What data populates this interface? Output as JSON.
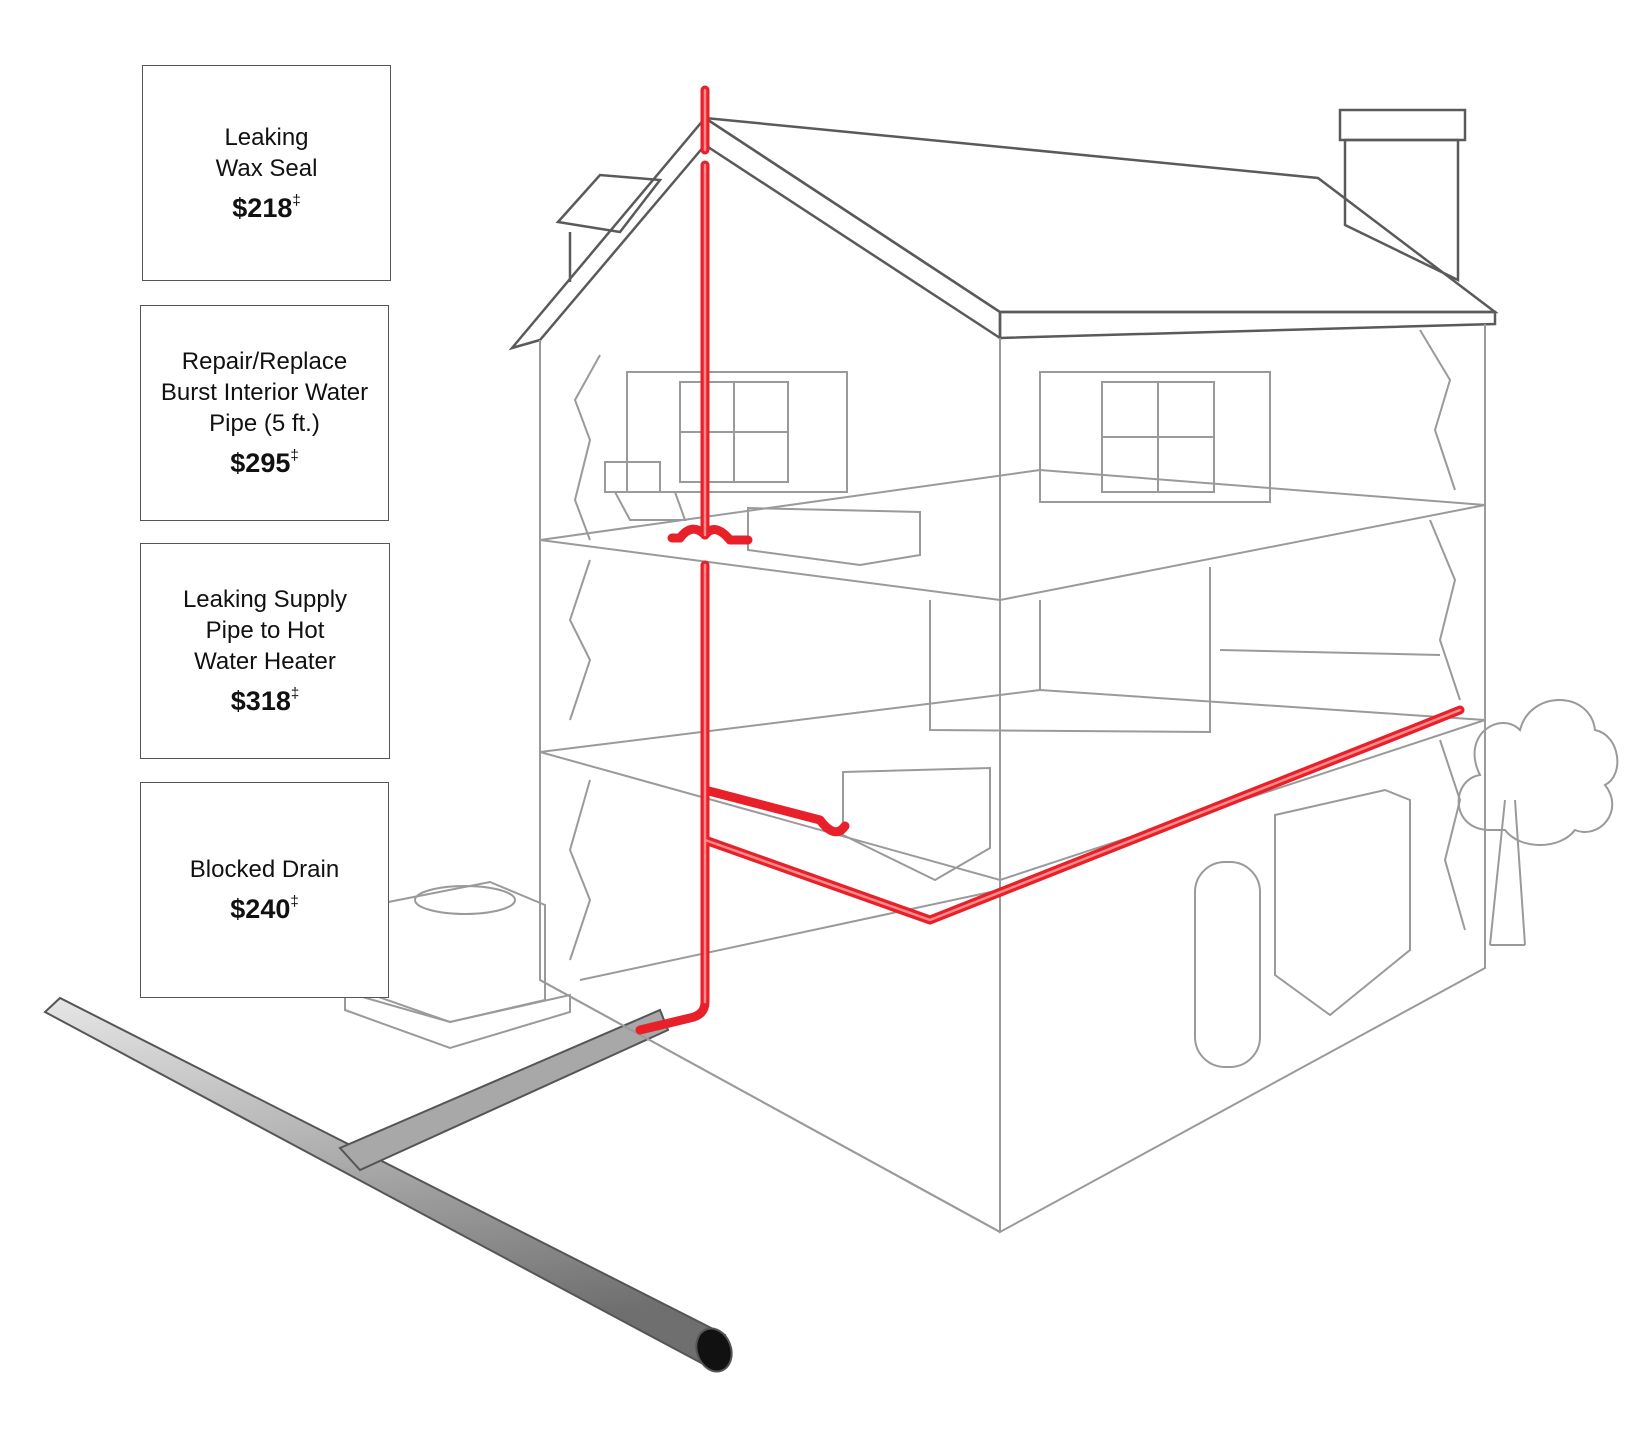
{
  "cards": [
    {
      "lines": [
        "Leaking",
        "Wax Seal"
      ],
      "price": "$218",
      "mark": "‡"
    },
    {
      "lines": [
        "Repair/Replace",
        "Burst Interior Water",
        "Pipe (5 ft.)"
      ],
      "price": "$295",
      "mark": "‡"
    },
    {
      "lines": [
        "Leaking Supply",
        "Pipe to Hot",
        "Water Heater"
      ],
      "price": "$318",
      "mark": "‡"
    },
    {
      "lines": [
        "Blocked Drain"
      ],
      "price": "$240",
      "mark": "‡"
    }
  ],
  "colors": {
    "pipe": "#e8202a",
    "outline": "#9a9a9a",
    "sewer": "#9c9c9c",
    "house": "#5a5a5a"
  }
}
